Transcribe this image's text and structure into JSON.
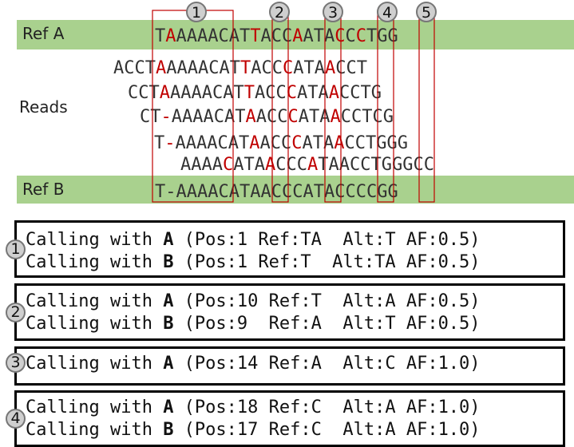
{
  "colors": {
    "reference_band": "#a9d18e",
    "highlight": "#c00000",
    "column_box": "#c00000",
    "badge_fill": "#cfcfcf"
  },
  "ref_a": {
    "label": "Ref A",
    "sequence": "TAAAAACATTACCAATACCCTGG",
    "highlights": [
      1,
      9,
      13,
      17,
      19
    ]
  },
  "reads_label": "Reads",
  "reads": [
    {
      "sequence": "ACCTAAAAACATTACCCATAACCT",
      "highlights": [
        4,
        12,
        16,
        20
      ]
    },
    {
      "sequence": "CCTAAAAACATTACCCATAACCTG",
      "highlights": [
        3,
        11,
        15,
        19
      ]
    },
    {
      "sequence": "CT-AAAACATAACCCATAACCTCG",
      "highlights": [
        2,
        10,
        14,
        18
      ]
    },
    {
      "sequence": "T-AAAACATAACCCATAACCTGGG",
      "highlights": [
        1,
        9,
        13,
        17
      ]
    },
    {
      "sequence": "AAAACATAACCCATAACCTGGGCC",
      "highlights": [
        4,
        8,
        12
      ]
    }
  ],
  "ref_b": {
    "label": "Ref B",
    "sequence": "T-AAAACATAACCCATACCCCGG",
    "highlights": []
  },
  "columns": [
    {
      "label": "1"
    },
    {
      "label": "2"
    },
    {
      "label": "3"
    },
    {
      "label": "4"
    },
    {
      "label": "5"
    }
  ],
  "calls": [
    {
      "badge": "1",
      "lines": [
        {
          "prefix": "Calling with ",
          "ref": "A",
          "detail": " (Pos:1 Ref:TA  Alt:T AF:0.5)"
        },
        {
          "prefix": "Calling with ",
          "ref": "B",
          "detail": " (Pos:1 Ref:T  Alt:TA AF:0.5)"
        }
      ]
    },
    {
      "badge": "2",
      "lines": [
        {
          "prefix": "Calling with ",
          "ref": "A",
          "detail": " (Pos:10 Ref:T  Alt:A AF:0.5)"
        },
        {
          "prefix": "Calling with ",
          "ref": "B",
          "detail": " (Pos:9  Ref:A  Alt:T AF:0.5)"
        }
      ]
    },
    {
      "badge": "3",
      "lines": [
        {
          "prefix": "Calling with ",
          "ref": "A",
          "detail": " (Pos:14 Ref:A  Alt:C AF:1.0)"
        }
      ]
    },
    {
      "badge": "4",
      "lines": [
        {
          "prefix": "Calling with ",
          "ref": "A",
          "detail": " (Pos:18 Ref:C  Alt:A AF:1.0)"
        },
        {
          "prefix": "Calling with ",
          "ref": "B",
          "detail": " (Pos:17 Ref:C  Alt:A AF:1.0)"
        }
      ]
    }
  ]
}
